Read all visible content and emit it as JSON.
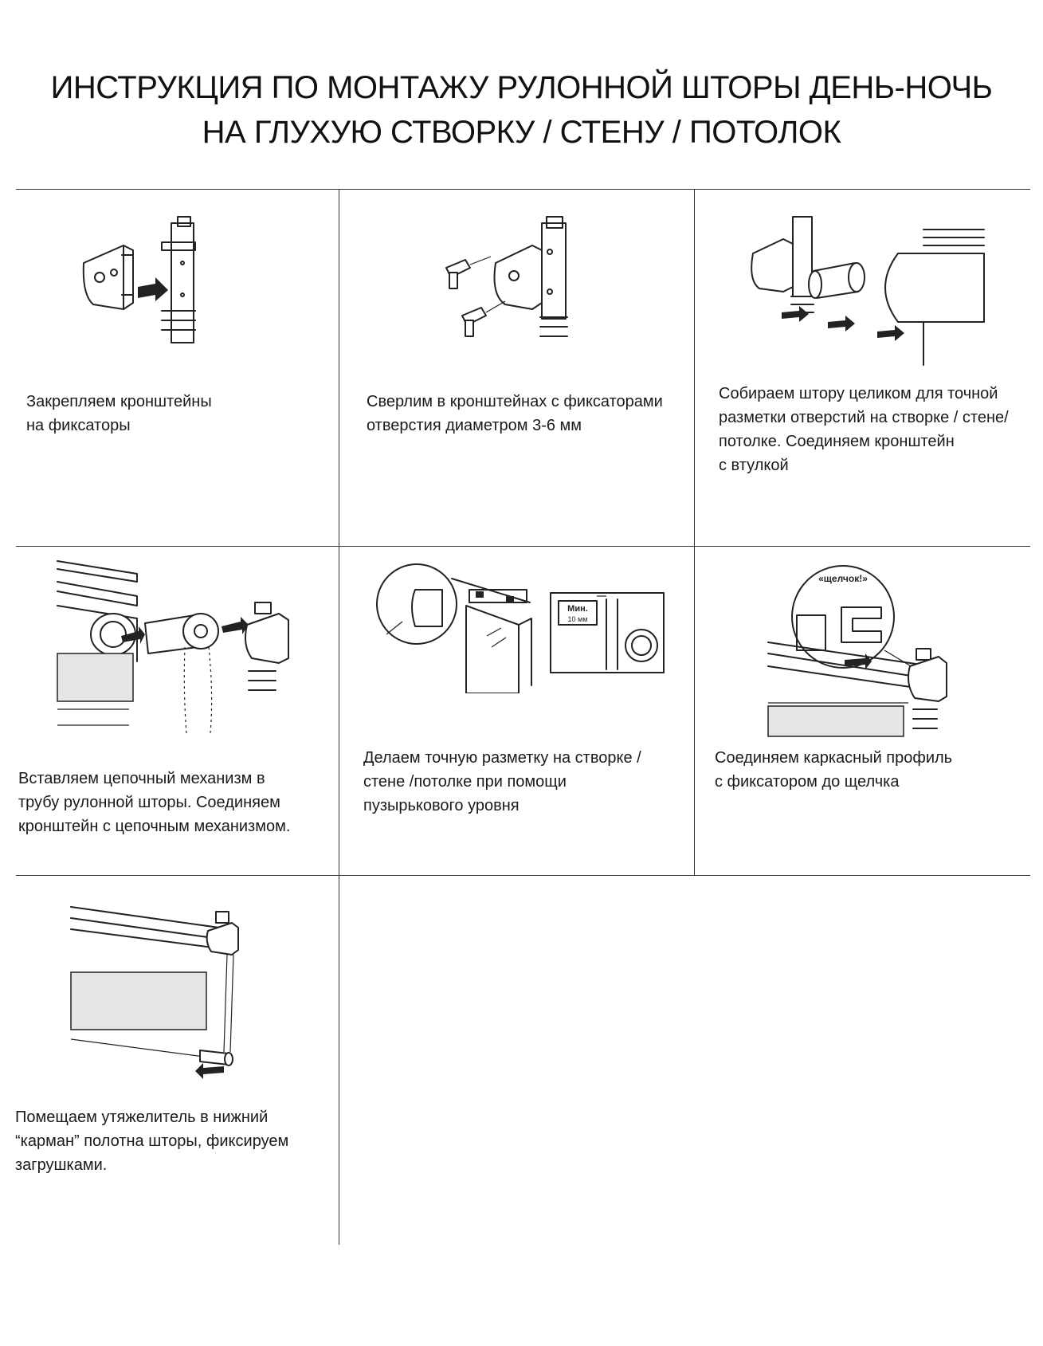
{
  "title": {
    "line1": "ИНСТРУКЦИЯ ПО МОНТАЖУ РУЛОННОЙ ШТОРЫ ДЕНЬ-НОЧЬ",
    "line2": "НА ГЛУХУЮ СТВОРКУ / СТЕНУ / ПОТОЛОК"
  },
  "steps": [
    {
      "caption": "Закрепляем кронштейны\nна фиксаторы"
    },
    {
      "caption": "Сверлим в кронштейнах с фиксаторами\nотверстия диаметром 3-6 мм"
    },
    {
      "caption": "Собираем штору целиком для точной\nразметки отверстий на створке / стене/\nпотолке. Соединяем кронштейн\nс втулкой"
    },
    {
      "caption": "Вставляем цепочный механизм в\nтрубу рулонной шторы. Соединяем\nкронштейн с цепочным механизмом."
    },
    {
      "caption": "Делаем точную разметку на створке /\nстене /потолке при помощи\nпузырькового уровня"
    },
    {
      "caption": "Соединяем каркасный профиль\nс фиксатором до щелчка"
    },
    {
      "caption": "Помещаем утяжелитель в нижний\n“карман” полотна шторы, фиксируем\nзагрушками."
    }
  ],
  "labels": {
    "min_label": "Мин.",
    "min_value": "10 мм",
    "click_label": "«щелчок!»"
  }
}
